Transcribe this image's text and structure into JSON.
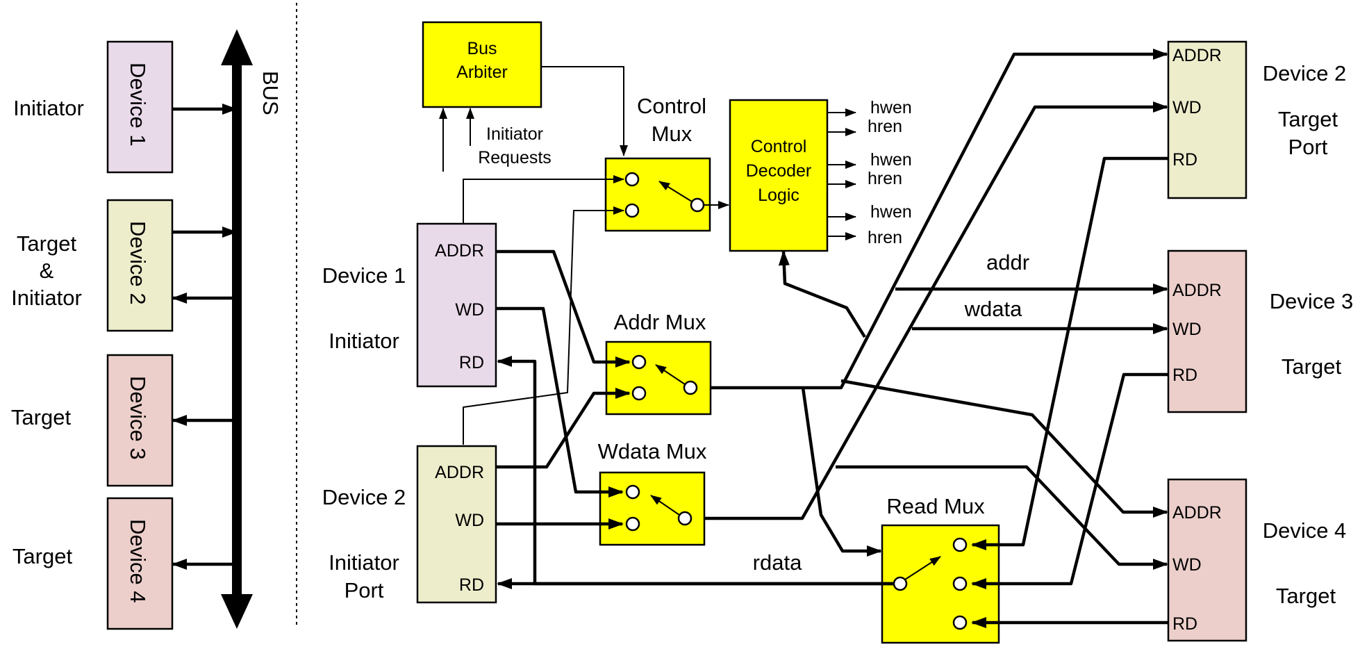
{
  "colors": {
    "yellow": "#FFFF00",
    "initiator": "#E9DAEA",
    "target_initiator": "#EDEDCC",
    "target": "#ECCFCB",
    "line": "#000000"
  },
  "left": {
    "bus_label": "BUS",
    "roles": {
      "r1": "Initiator",
      "r2a": "Target",
      "r2b": "&",
      "r2c": "Initiator",
      "r3": "Target",
      "r4": "Target"
    },
    "devices": {
      "d1": "Device 1",
      "d2": "Device 2",
      "d3": "Device 3",
      "d4": "Device 4"
    }
  },
  "blocks": {
    "arbiter": {
      "l1": "Bus",
      "l2": "Arbiter"
    },
    "initiator_requests": {
      "l1": "Initiator",
      "l2": "Requests"
    },
    "control_mux": {
      "l1": "Control",
      "l2": "Mux"
    },
    "decoder": {
      "l1": "Control",
      "l2": "Decoder",
      "l3": "Logic"
    },
    "addr_mux": "Addr Mux",
    "wdata_mux": "Wdata Mux",
    "read_mux": "Read Mux",
    "hwen": "hwen",
    "hren": "hren"
  },
  "ports": {
    "addr": "ADDR",
    "wd": "WD",
    "rd": "RD"
  },
  "devices": {
    "d1": {
      "name": "Device 1",
      "role": "Initiator"
    },
    "d2": {
      "name": "Device 2",
      "role_a": "Initiator",
      "role_b": "Port"
    },
    "t2": {
      "name": "Device 2",
      "role_a": "Target",
      "role_b": "Port"
    },
    "t3": {
      "name": "Device 3",
      "role": "Target"
    },
    "t4": {
      "name": "Device 4",
      "role": "Target"
    }
  },
  "signals": {
    "addr": "addr",
    "wdata": "wdata",
    "rdata": "rdata"
  }
}
